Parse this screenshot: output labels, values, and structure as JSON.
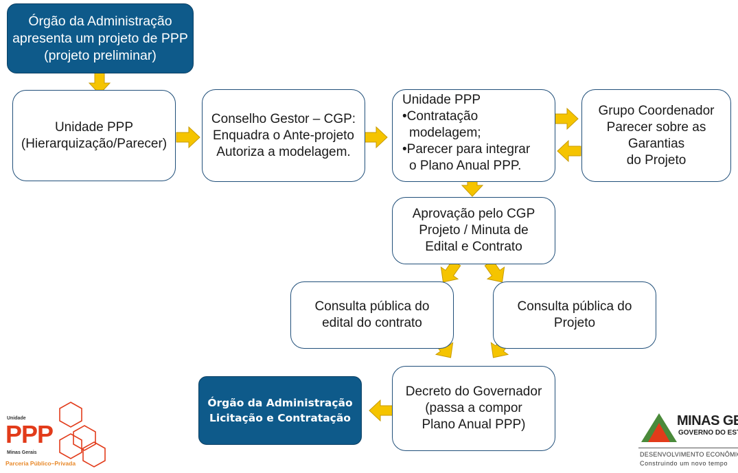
{
  "nodes": {
    "orgao_inicio": [
      "Órgão da Administração",
      "apresenta um projeto de PPP",
      "(projeto preliminar)"
    ],
    "unidade_ppp": [
      "Unidade PPP",
      "(Hierarquização/Parecer)"
    ],
    "conselho": [
      "Conselho Gestor – CGP:",
      "Enquadra o Ante-projeto",
      "Autoriza a modelagem."
    ],
    "unidade_ppp2": {
      "title": "Unidade PPP",
      "items": [
        "Contratação",
        "modelagem;",
        "Parecer para integrar",
        "o Plano Anual PPP."
      ]
    },
    "grupo": [
      "Grupo Coordenador",
      "Parecer sobre as",
      "Garantias",
      "do Projeto"
    ],
    "aprovacao": [
      "Aprovação pelo CGP",
      "Projeto / Minuta de",
      "Edital e Contrato"
    ],
    "consulta_edital": [
      "Consulta pública do",
      "edital do contrato"
    ],
    "consulta_projeto": [
      "Consulta pública do",
      "Projeto"
    ],
    "decreto": [
      "Decreto do Governador",
      "(passa a compor",
      "Plano Anual PPP)"
    ],
    "orgao_fim": [
      "Órgão da Administração",
      "Licitação e Contratação"
    ]
  },
  "logos": {
    "left": {
      "top_label": "Unidade",
      "big": "PPP",
      "sub": "Minas Gerais",
      "tagline": "Parceria Público–Privada"
    },
    "right": {
      "title": "MINAS GERAIS",
      "subtitle": "GOVERNO DO ESTADO",
      "dept": "DESENVOLVIMENTO ECONÔMICO",
      "slogan": "Construindo um novo tempo"
    }
  },
  "colors": {
    "arrow": "#f5c400",
    "arrow_stroke": "#c79a00",
    "dark_box": "#0e5a8a",
    "logo_red": "#e23b1a"
  }
}
